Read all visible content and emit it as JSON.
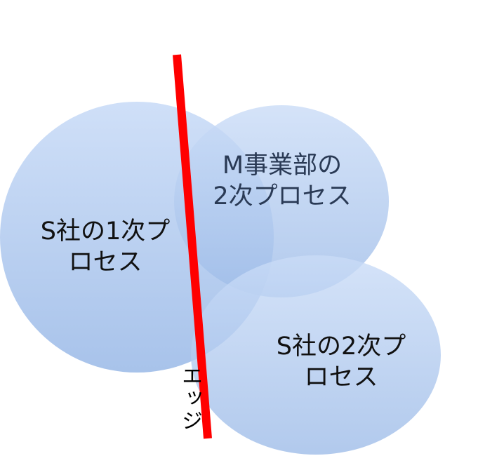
{
  "circles": [
    {
      "line1": "S社の1次プ",
      "line2": "ロセス"
    },
    {
      "line1": "M事業部の",
      "line2": "2次プロセス"
    },
    {
      "line1": "S社の2次プ",
      "line2": "ロセス"
    }
  ],
  "edge_label": "エッジ",
  "colors": {
    "fill_top": "#cadcf7",
    "fill_bottom": "#9ebce8",
    "edge_line": "#ff0000"
  }
}
